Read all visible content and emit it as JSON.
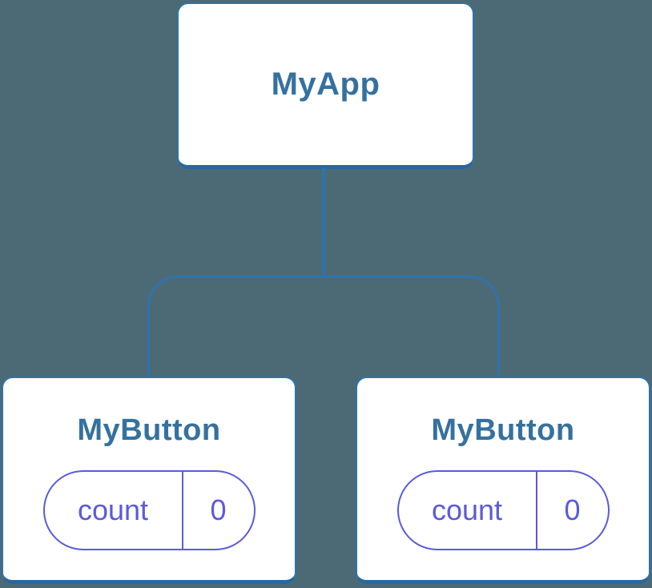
{
  "diagram": {
    "description": "React component tree diagram showing MyApp with two MyButton children, each holding independent count state",
    "colors": {
      "background": "#4C6A76",
      "node_border": "#2E73AC",
      "node_border_bottom": "#2A67A0",
      "node_fill": "#FFFFFF",
      "node_label_text": "#35719F",
      "connector_line": "#2E73AC",
      "state_pill": "#5A5BD7"
    },
    "tree": {
      "root": {
        "label": "MyApp"
      },
      "children": [
        {
          "label": "MyButton",
          "state": {
            "key": "count",
            "value": "0"
          }
        },
        {
          "label": "MyButton",
          "state": {
            "key": "count",
            "value": "0"
          }
        }
      ]
    }
  }
}
